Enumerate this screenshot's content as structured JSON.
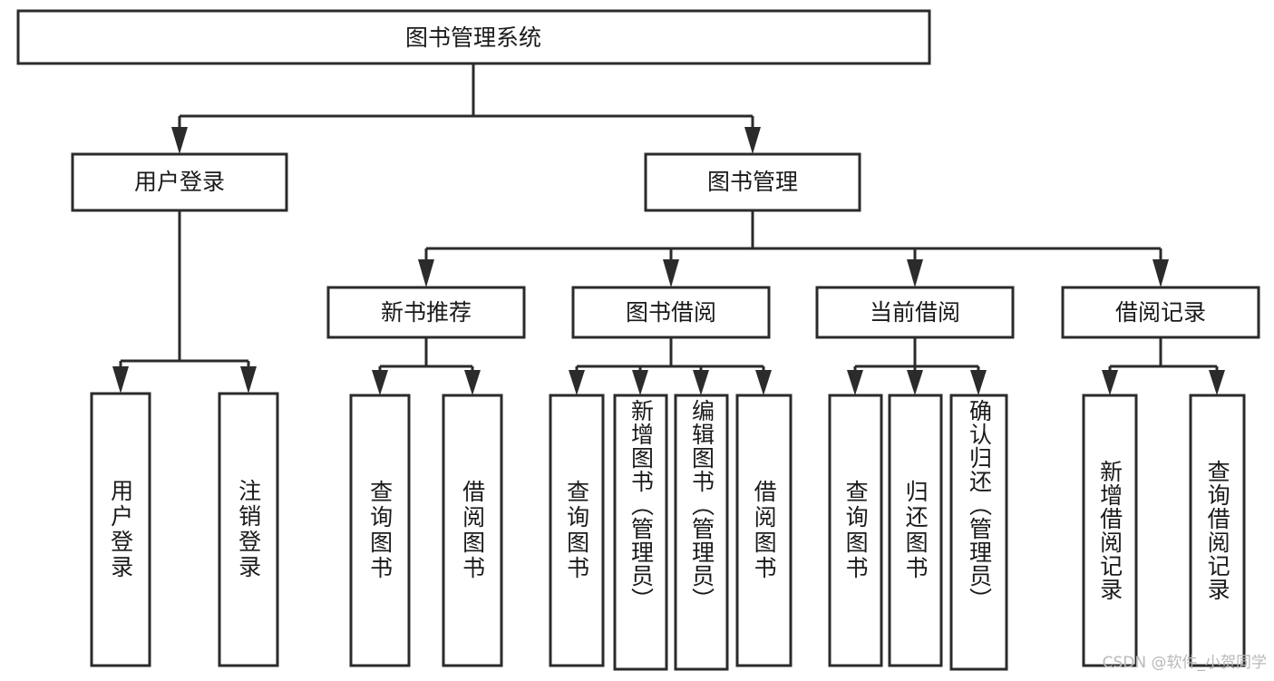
{
  "chart_data": {
    "type": "diagram",
    "title": "图书管理系统",
    "diagram_kind": "function-tree",
    "orientation": "top-down",
    "colors": {
      "box_stroke": "#2b2b2b",
      "box_fill": "#ffffff",
      "text": "#1a1a1a",
      "connector": "#2b2b2b",
      "watermark": "#b9b9b9",
      "background": "#ffffff"
    },
    "levels": [
      {
        "level": 1,
        "nodes": [
          {
            "id": "root",
            "label": "图书管理系统",
            "orientation": "horizontal"
          }
        ]
      },
      {
        "level": 2,
        "nodes": [
          {
            "id": "login",
            "label": "用户登录",
            "orientation": "horizontal",
            "parent": "root"
          },
          {
            "id": "bookmgmt",
            "label": "图书管理",
            "orientation": "horizontal",
            "parent": "root"
          }
        ]
      },
      {
        "level": 3,
        "nodes": [
          {
            "id": "newbook",
            "label": "新书推荐",
            "orientation": "horizontal",
            "parent": "bookmgmt"
          },
          {
            "id": "borrow",
            "label": "图书借阅",
            "orientation": "horizontal",
            "parent": "bookmgmt"
          },
          {
            "id": "current",
            "label": "当前借阅",
            "orientation": "horizontal",
            "parent": "bookmgmt"
          },
          {
            "id": "records",
            "label": "借阅记录",
            "orientation": "horizontal",
            "parent": "bookmgmt"
          }
        ]
      },
      {
        "level": 4,
        "nodes": [
          {
            "id": "leaf1",
            "label": "用户登录",
            "orientation": "vertical",
            "parent": "login"
          },
          {
            "id": "leaf2",
            "label": "注销登录",
            "orientation": "vertical",
            "parent": "login"
          },
          {
            "id": "leaf3",
            "label": "查询图书",
            "orientation": "vertical",
            "parent": "newbook"
          },
          {
            "id": "leaf4",
            "label": "借阅图书",
            "orientation": "vertical",
            "parent": "newbook"
          },
          {
            "id": "leaf5",
            "label": "查询图书",
            "orientation": "vertical",
            "parent": "borrow"
          },
          {
            "id": "leaf6",
            "label": "新增图书（管理员）",
            "orientation": "vertical",
            "parent": "borrow"
          },
          {
            "id": "leaf7",
            "label": "编辑图书（管理员）",
            "orientation": "vertical",
            "parent": "borrow"
          },
          {
            "id": "leaf8",
            "label": "借阅图书",
            "orientation": "vertical",
            "parent": "borrow"
          },
          {
            "id": "leaf9",
            "label": "查询图书",
            "orientation": "vertical",
            "parent": "current"
          },
          {
            "id": "leaf10",
            "label": "归还图书",
            "orientation": "vertical",
            "parent": "current"
          },
          {
            "id": "leaf11",
            "label": "确认归还（管理员）",
            "orientation": "vertical",
            "parent": "current"
          },
          {
            "id": "leaf12",
            "label": "新增借阅记录",
            "orientation": "vertical",
            "parent": "records"
          },
          {
            "id": "leaf13",
            "label": "查询借阅记录",
            "orientation": "vertical",
            "parent": "records"
          }
        ]
      }
    ]
  },
  "nodes": {
    "root": {
      "label": "图书管理系统"
    },
    "login": {
      "label": "用户登录"
    },
    "bookmgmt": {
      "label": "图书管理"
    },
    "newbook": {
      "label": "新书推荐"
    },
    "borrow": {
      "label": "图书借阅"
    },
    "current": {
      "label": "当前借阅"
    },
    "records": {
      "label": "借阅记录"
    },
    "leaf1": {
      "label": "用户登录"
    },
    "leaf2": {
      "label": "注销登录"
    },
    "leaf3": {
      "label": "查询图书"
    },
    "leaf4": {
      "label": "借阅图书"
    },
    "leaf5": {
      "label": "查询图书"
    },
    "leaf6": {
      "label": "新增图书（管理员）"
    },
    "leaf7": {
      "label": "编辑图书（管理员）"
    },
    "leaf8": {
      "label": "借阅图书"
    },
    "leaf9": {
      "label": "查询图书"
    },
    "leaf10": {
      "label": "归还图书"
    },
    "leaf11": {
      "label": "确认归还（管理员）"
    },
    "leaf12": {
      "label": "新增借阅记录"
    },
    "leaf13": {
      "label": "查询借阅记录"
    }
  },
  "watermark": {
    "text": "CSDN @软件_小贺同学"
  }
}
